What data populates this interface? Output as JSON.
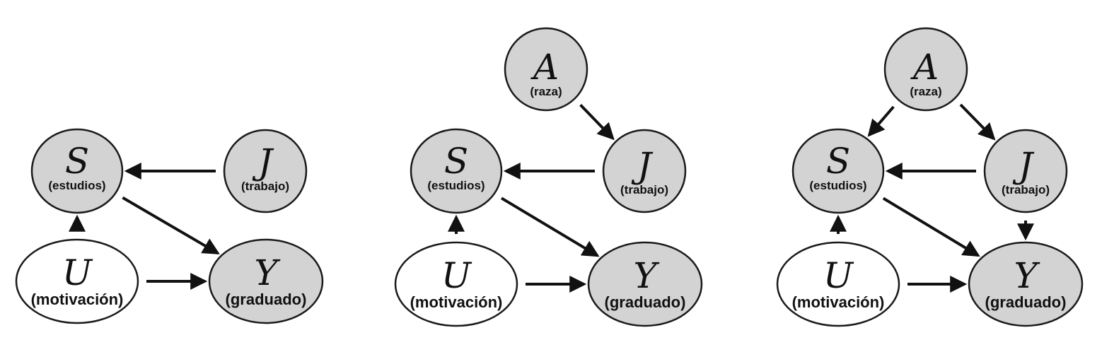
{
  "colors": {
    "observed": "#d3d3d3",
    "latent": "#ffffff",
    "stroke": "#1a1a1a",
    "edge": "#111111"
  },
  "diagrams": [
    {
      "nodes": {
        "S": {
          "letter": "S",
          "label": "(estudios)",
          "observed": true
        },
        "J": {
          "letter": "J",
          "label": "(trabajo)",
          "observed": true
        },
        "U": {
          "letter": "U",
          "label": "(motivación)",
          "observed": false
        },
        "Y": {
          "letter": "Y",
          "label": "(graduado)",
          "observed": true
        }
      },
      "edges": [
        [
          "J",
          "S"
        ],
        [
          "S",
          "Y"
        ],
        [
          "U",
          "S"
        ],
        [
          "U",
          "Y"
        ]
      ]
    },
    {
      "nodes": {
        "A": {
          "letter": "A",
          "label": "(raza)",
          "observed": true
        },
        "S": {
          "letter": "S",
          "label": "(estudios)",
          "observed": true
        },
        "J": {
          "letter": "J",
          "label": "(trabajo)",
          "observed": true
        },
        "U": {
          "letter": "U",
          "label": "(motivación)",
          "observed": false
        },
        "Y": {
          "letter": "Y",
          "label": "(graduado)",
          "observed": true
        }
      },
      "edges": [
        [
          "A",
          "J"
        ],
        [
          "J",
          "S"
        ],
        [
          "S",
          "Y"
        ],
        [
          "U",
          "S"
        ],
        [
          "U",
          "Y"
        ]
      ]
    },
    {
      "nodes": {
        "A": {
          "letter": "A",
          "label": "(raza)",
          "observed": true
        },
        "S": {
          "letter": "S",
          "label": "(estudios)",
          "observed": true
        },
        "J": {
          "letter": "J",
          "label": "(trabajo)",
          "observed": true
        },
        "U": {
          "letter": "U",
          "label": "(motivación)",
          "observed": false
        },
        "Y": {
          "letter": "Y",
          "label": "(graduado)",
          "observed": true
        }
      },
      "edges": [
        [
          "A",
          "S"
        ],
        [
          "A",
          "J"
        ],
        [
          "J",
          "S"
        ],
        [
          "S",
          "Y"
        ],
        [
          "J",
          "Y"
        ],
        [
          "U",
          "S"
        ],
        [
          "U",
          "Y"
        ]
      ]
    }
  ]
}
